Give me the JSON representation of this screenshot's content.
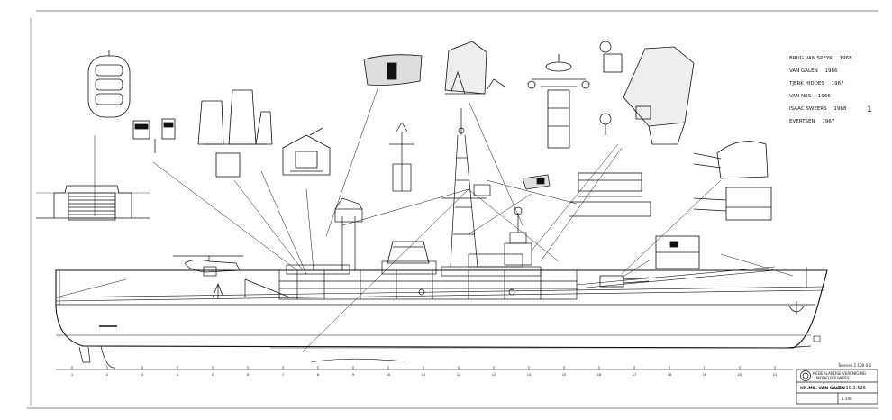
{
  "legend": [
    {
      "name": "BRUG VAN SPEYK",
      "year": "1968"
    },
    {
      "name": "VAN GALEN",
      "year": "1966"
    },
    {
      "name": "TJERK HIDDES",
      "year": "1967"
    },
    {
      "name": "VAN NES",
      "year": "1966"
    },
    {
      "name": "ISAAC SWEERS",
      "year": "1968"
    },
    {
      "name": "EVERTSEN",
      "year": "1967"
    }
  ],
  "page_marker": "1",
  "title_block": {
    "org_line1": "NEDERLANDSE VERENIGING",
    "org_line2": "MODELBOUWERS",
    "drawing_no": "Nr. 10.1.526",
    "ship_name": "HR.MS. VAN GALEN",
    "top_note": "Tekenen 1:100 0-0",
    "scale": "1:100"
  },
  "station_numbers": [
    "1",
    "2",
    "3",
    "4",
    "5",
    "6",
    "7",
    "8",
    "9",
    "10",
    "11",
    "12",
    "13",
    "14",
    "15",
    "16",
    "17",
    "18",
    "19",
    "20",
    "21"
  ]
}
